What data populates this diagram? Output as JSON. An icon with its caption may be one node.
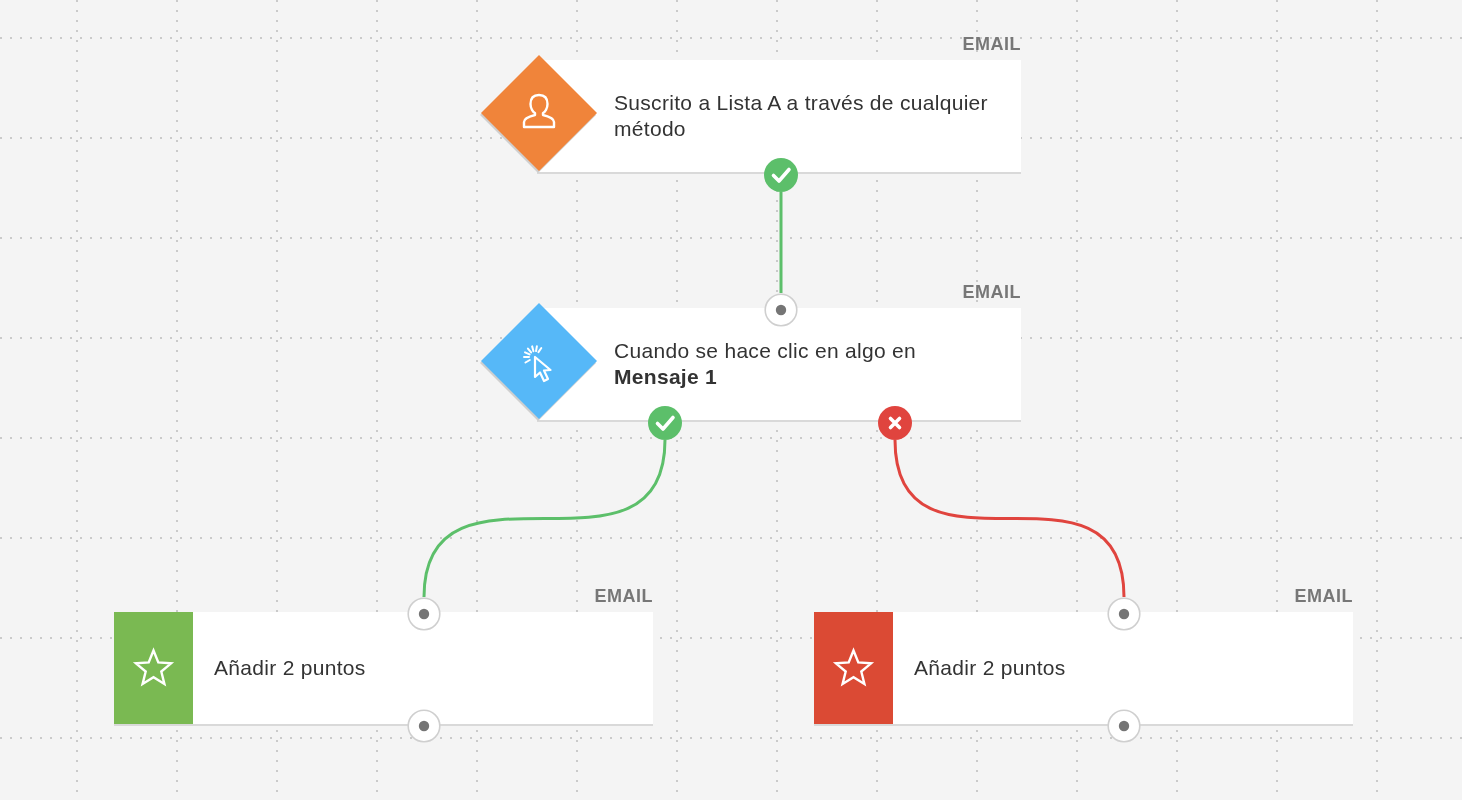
{
  "diagram": {
    "nodes": [
      {
        "text": [
          "Suscrito a Lista A a través de cualquier método"
        ],
        "beside": [
          "EMAIL"
        ]
      },
      {
        "text": [
          "Cuando se hace clic en algo en **Mensaje 1**"
        ],
        "beside": [
          "EMAIL"
        ]
      },
      {
        "text": [
          "Añadir 2 puntos"
        ],
        "beside": [
          "EMAIL"
        ]
      },
      {
        "text": [
          "Añadir 2 puntos"
        ],
        "beside": [
          "EMAIL"
        ]
      }
    ],
    "edges": [
      {
        "from": 0,
        "to": 1,
        "arrow": "none"
      },
      {
        "from": 1,
        "to": 2,
        "arrow": "none"
      },
      {
        "from": 1,
        "to": 3,
        "arrow": "none",
        "color": "#e0443e"
      }
    ]
  }
}
